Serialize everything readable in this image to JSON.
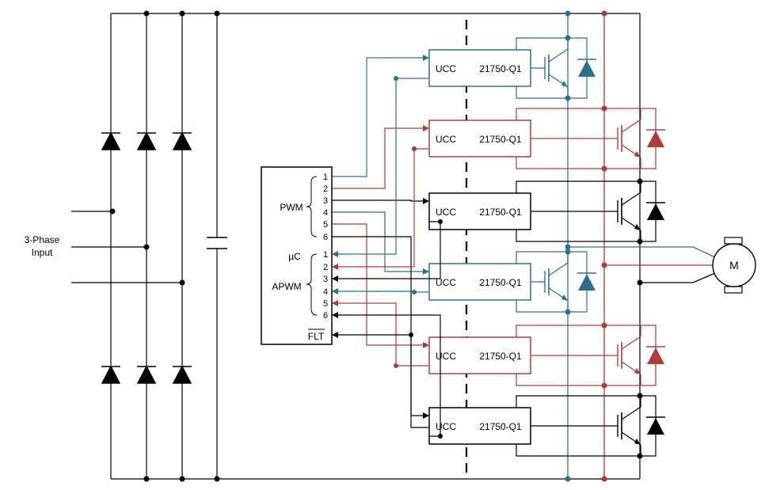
{
  "input_label_line1": "3-Phase",
  "input_label_line2": "Input",
  "mcu": {
    "pwm_label": "PWM",
    "uc_label": "µC",
    "apwm_label": "APWM",
    "flt_label": "FLT",
    "pin_numbers": [
      "1",
      "2",
      "3",
      "4",
      "5",
      "6"
    ]
  },
  "driver": {
    "left_label": "UCC",
    "right_label": "21750-Q1"
  },
  "motor_label": "M",
  "colors": {
    "blue": "#2e6f8e",
    "red": "#b03a3a",
    "black": "#000000"
  },
  "icons": {
    "diode": "diode-icon",
    "capacitor": "capacitor-icon",
    "igbt": "igbt-icon",
    "motor": "motor-icon"
  }
}
